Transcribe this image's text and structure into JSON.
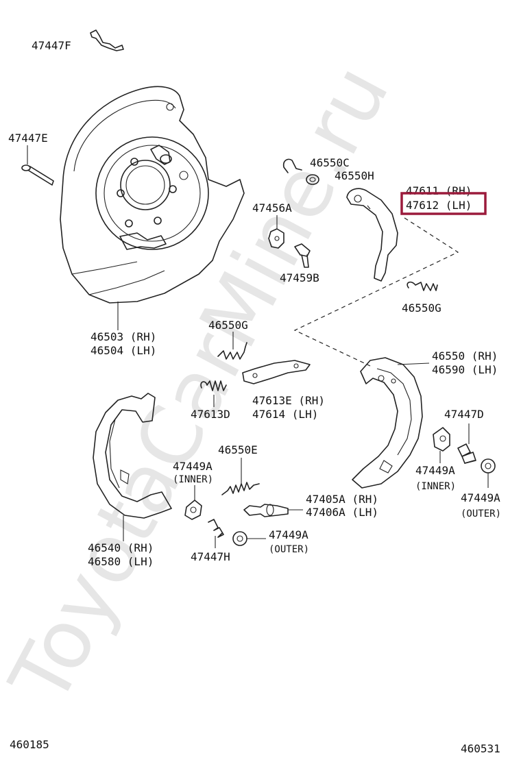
{
  "watermark": "ToyotaCarMine.ru",
  "labels": {
    "p47447F": "47447F",
    "p47447E": "47447E",
    "p46550C": "46550C",
    "p46550H": "46550H",
    "p47611": "47611 (RH)",
    "p47612": "47612 (LH)",
    "p47456A": "47456A",
    "p47459B": "47459B",
    "p46550G_a": "46550G",
    "p46503": "46503 (RH)",
    "p46504": "46504 (LH)",
    "p46550G_b": "46550G",
    "p46550": "46550 (RH)",
    "p46590": "46590 (LH)",
    "p47613E": "47613E (RH)",
    "p47614": "47614  (LH)",
    "p47613D": "47613D",
    "p47447D": "47447D",
    "p46550E": "46550E",
    "p47449A_inner1": "47449A",
    "p47449A_inner1_sub": "(INNER)",
    "p47449A_inner2": "47449A",
    "p47449A_inner2_sub": "(INNER)",
    "p47449A_outer2": "47449A",
    "p47449A_outer2_sub": "(OUTER)",
    "p47405A": "47405A (RH)",
    "p47406A": "47406A (LH)",
    "p47449A_outer1": "47449A",
    "p47449A_outer1_sub": "(OUTER)",
    "p46540": "46540 (RH)",
    "p46580": "46580 (LH)",
    "p47447H": "47447H",
    "code_left": "460185",
    "code_right": "460531"
  },
  "highlight_color": "#9b1b3c",
  "highlighted_part": "47612 (LH)"
}
